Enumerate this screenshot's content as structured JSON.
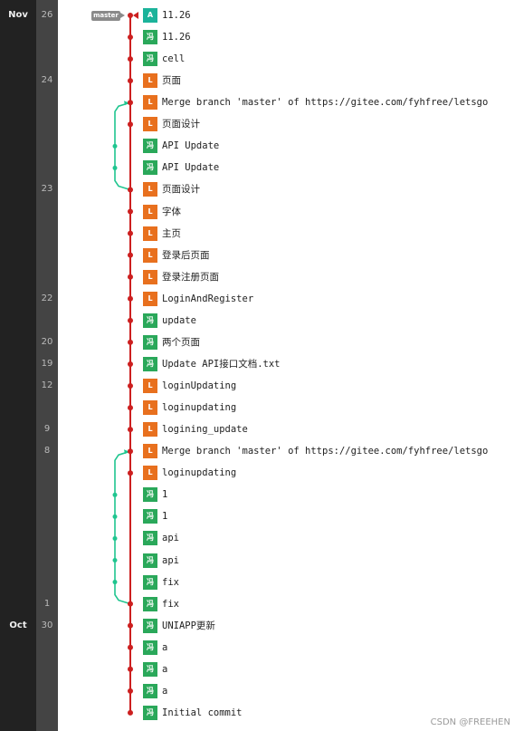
{
  "branch_tag": "master",
  "colors": {
    "main_line": "#cc1f1f",
    "merge_line": "#1fc58f",
    "avatar_green": "#2aa85a",
    "avatar_teal": "#1bb39a",
    "avatar_orange": "#e8701e"
  },
  "months": [
    {
      "label": "Nov",
      "row": 0
    },
    {
      "label": "Oct",
      "row": 28
    }
  ],
  "days": [
    {
      "label": "26",
      "row": 0
    },
    {
      "label": "24",
      "row": 3
    },
    {
      "label": "23",
      "row": 8
    },
    {
      "label": "22",
      "row": 13
    },
    {
      "label": "20",
      "row": 15
    },
    {
      "label": "19",
      "row": 16
    },
    {
      "label": "12",
      "row": 17
    },
    {
      "label": "9",
      "row": 19
    },
    {
      "label": "8",
      "row": 20
    },
    {
      "label": "1",
      "row": 27
    },
    {
      "label": "30",
      "row": 28
    }
  ],
  "commits": [
    {
      "avatar": "A",
      "color": "teal",
      "message": "11.26",
      "lane": 0
    },
    {
      "avatar": "冯",
      "color": "green",
      "message": "11.26",
      "lane": 0
    },
    {
      "avatar": "冯",
      "color": "green",
      "message": "cell",
      "lane": 0
    },
    {
      "avatar": "L",
      "color": "orange",
      "message": "页面",
      "lane": 0
    },
    {
      "avatar": "L",
      "color": "orange",
      "message": "Merge branch 'master' of https://gitee.com/fyhfree/letsgo",
      "lane": 0
    },
    {
      "avatar": "L",
      "color": "orange",
      "message": "页面设计",
      "lane": 0
    },
    {
      "avatar": "冯",
      "color": "green",
      "message": "API Update",
      "lane": 1
    },
    {
      "avatar": "冯",
      "color": "green",
      "message": "API Update",
      "lane": 1
    },
    {
      "avatar": "L",
      "color": "orange",
      "message": "页面设计",
      "lane": 0
    },
    {
      "avatar": "L",
      "color": "orange",
      "message": "字体",
      "lane": 0
    },
    {
      "avatar": "L",
      "color": "orange",
      "message": "主页",
      "lane": 0
    },
    {
      "avatar": "L",
      "color": "orange",
      "message": "登录后页面",
      "lane": 0
    },
    {
      "avatar": "L",
      "color": "orange",
      "message": "登录注册页面",
      "lane": 0
    },
    {
      "avatar": "L",
      "color": "orange",
      "message": "LoginAndRegister",
      "lane": 0
    },
    {
      "avatar": "冯",
      "color": "green",
      "message": "update",
      "lane": 0
    },
    {
      "avatar": "冯",
      "color": "green",
      "message": "两个页面",
      "lane": 0
    },
    {
      "avatar": "冯",
      "color": "green",
      "message": "Update API接口文档.txt",
      "lane": 0
    },
    {
      "avatar": "L",
      "color": "orange",
      "message": "loginUpdating",
      "lane": 0
    },
    {
      "avatar": "L",
      "color": "orange",
      "message": "loginupdating",
      "lane": 0
    },
    {
      "avatar": "L",
      "color": "orange",
      "message": "logining_update",
      "lane": 0
    },
    {
      "avatar": "L",
      "color": "orange",
      "message": "Merge branch 'master' of https://gitee.com/fyhfree/letsgo",
      "lane": 0
    },
    {
      "avatar": "L",
      "color": "orange",
      "message": "loginupdating",
      "lane": 0
    },
    {
      "avatar": "冯",
      "color": "green",
      "message": "1",
      "lane": 1
    },
    {
      "avatar": "冯",
      "color": "green",
      "message": "1",
      "lane": 1
    },
    {
      "avatar": "冯",
      "color": "green",
      "message": "api",
      "lane": 1
    },
    {
      "avatar": "冯",
      "color": "green",
      "message": "api",
      "lane": 1
    },
    {
      "avatar": "冯",
      "color": "green",
      "message": "fix",
      "lane": 1
    },
    {
      "avatar": "冯",
      "color": "green",
      "message": "fix",
      "lane": 0
    },
    {
      "avatar": "冯",
      "color": "green",
      "message": "UNIAPP更新",
      "lane": 0
    },
    {
      "avatar": "冯",
      "color": "green",
      "message": "a",
      "lane": 0
    },
    {
      "avatar": "冯",
      "color": "green",
      "message": "a",
      "lane": 0
    },
    {
      "avatar": "冯",
      "color": "green",
      "message": "a",
      "lane": 0
    },
    {
      "avatar": "冯",
      "color": "green",
      "message": "Initial commit",
      "lane": 0
    }
  ],
  "merges": [
    {
      "merge_row": 4,
      "fork_row": 8,
      "branch_rows": [
        6,
        7
      ]
    },
    {
      "merge_row": 20,
      "fork_row": 27,
      "branch_rows": [
        22,
        23,
        24,
        25,
        26
      ]
    }
  ],
  "watermark": "CSDN @FREEHEN"
}
